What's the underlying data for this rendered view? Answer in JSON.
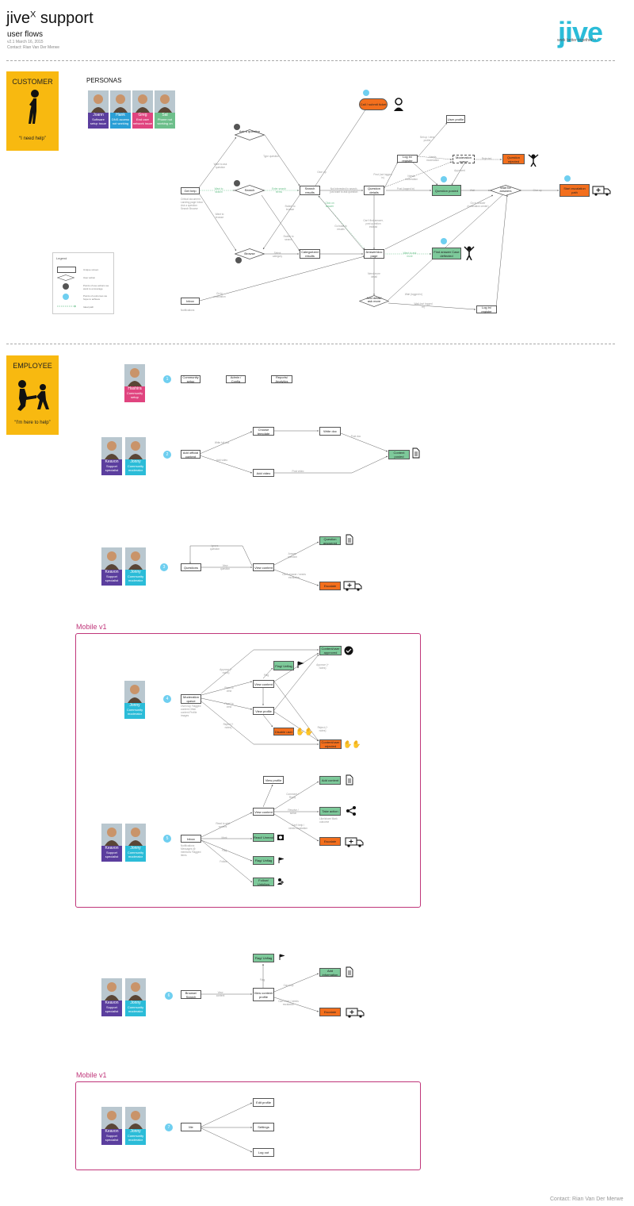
{
  "header": {
    "title_main": "jive",
    "title_sup": "X",
    "title_rest": " support",
    "subtitle": "user flows",
    "version": "v2.1 March 16, 2015",
    "contact": "Contact: Rian Van Der Merwe",
    "logo": "jive",
    "tagline": "work better together™"
  },
  "customer": {
    "role": "CUSTOMER",
    "quote": "“I need help”",
    "personas_title": "PERSONAS",
    "personas": [
      {
        "name": "Joann",
        "desc": "Software setup issue",
        "color": "#5b3e9e"
      },
      {
        "name": "Hank",
        "desc": "DNS access not working",
        "color": "#2b9fd6"
      },
      {
        "name": "Greg",
        "desc": "End user network issue",
        "color": "#e0447f"
      },
      {
        "name": "Sal",
        "desc": "Phone not working on",
        "color": "#6dbf8b"
      }
    ],
    "nodes": {
      "get_help": "Get help",
      "ask_question": "Ask a question",
      "search": "Search",
      "browse": "Browse",
      "search_results": "Search results",
      "categorized_results": "Categorized results",
      "question_details": "Question details",
      "answer_doc": "Answer/doc page",
      "log_in": "Log in/ register",
      "user_profile": "User profile",
      "moderation_queue": "Moderation queue",
      "question_rejected": "Question rejected",
      "question_posted": "Question posted",
      "wait_answers": "Wait for answers",
      "start_escalation": "Start escalation path",
      "call_submit": "Call / submit ticket",
      "find_answer": "Find answer Case deflected",
      "add_detail": "Add detail/ ask more",
      "inbox": "Inbox",
      "log_in2": "Log in/ register"
    },
    "edges": {
      "want_ask": "Want to ask question",
      "type_question": "Type question",
      "want_search": "Want to search",
      "enter_search": "Enter search terms",
      "want_browse": "Want to browse",
      "select_category": "Select category",
      "switch_browse": "Switch to browse",
      "switch_search": "Switch to search",
      "give_up": "Give Up",
      "not_interested": "Not interested in search, just want to ask question",
      "post_logged": "Post (not logged in)",
      "post_logged_in": "Post (logged in)",
      "set_up_profile": "Set up / view profile",
      "needs_moderation": "Needs moderation",
      "needs_moderation2": "Needs moderation",
      "approved": "Approved",
      "rejected": "Rejected",
      "wait": "Wait",
      "give_up2": "Give up",
      "cant_find": "Can't find answer, post question instead",
      "go_back": "Go back to results",
      "click_answer": "Click on answer",
      "want_more": "Want to ask more",
      "need_more": "Need more detail",
      "go_answer": "Go to answer (notification center)",
      "wait_logged_in": "Wait (logged in)",
      "wait2": "Wait (not logged in)",
      "go_notification": "Go to notification",
      "entry_points": "Critical document Landing page Inbox Ask a question Search Browse",
      "notifications": "Notifications"
    },
    "legend": {
      "title": "Legend",
      "items": [
        "Unique screen",
        "User action",
        "Points of use actions we want to encourage",
        "Points of outcomes we hope to achieve",
        "Ideal path"
      ]
    }
  },
  "employee": {
    "role": "EMPLOYEE",
    "quote": "“I'm here to help”",
    "flows": [
      {
        "num": "1",
        "personas": [
          {
            "name": "Hashira",
            "desc": "Community setup",
            "color": "#e0447f"
          }
        ],
        "nodes": [
          "Community setup",
          "Admin / Config",
          "Reports/ Analytics"
        ]
      },
      {
        "num": "2",
        "personas": [
          {
            "name": "Keavon",
            "desc": "Support specialist",
            "color": "#5b3e9e"
          },
          {
            "name": "Jonny",
            "desc": "Community moderator",
            "color": "#2bbcd8"
          }
        ],
        "nodes": {
          "add_official": "Add official content",
          "choose_template": "Choose template",
          "write_doc": "Write doc",
          "add_video": "Add video",
          "content_posted": "Content posted"
        },
        "edges": {
          "write_doc": "Write full doc",
          "add_video": "Add video",
          "post1": "Post doc",
          "post2": "Post video"
        }
      },
      {
        "num": "3",
        "personas": [
          {
            "name": "Keavon",
            "desc": "Support specialist",
            "color": "#5b3e9e"
          },
          {
            "name": "Jonny",
            "desc": "Community moderator",
            "color": "#2bbcd8"
          }
        ],
        "nodes": {
          "questions": "Questions",
          "view_content": "View content",
          "question_answered": "Question answered",
          "escalate": "Escalate"
        },
        "edges": {
          "ignore": "Ignore question",
          "view": "View question",
          "answer": "Answer question",
          "cant": "Can't answer / needs escalation"
        }
      }
    ]
  },
  "mobile1": {
    "label": "Mobile v1",
    "flow4": {
      "num": "4",
      "personas": [
        {
          "name": "Jonny",
          "desc": "Community moderator",
          "color": "#2bbcd8"
        }
      ],
      "nodes": {
        "moderation_queue": "Moderation queue",
        "view_content": "View content",
        "view_profile": "View profile",
        "flag": "Flag/ Unflag",
        "approved": "Content/user approved",
        "disable": "Disable user",
        "rejected": "Content/user rejected"
      },
      "edges": {
        "approve": "Approve (+ notes)",
        "read": "Read to view",
        "read2": "Read to view",
        "reject": "Reject (+ notes)",
        "flag": "Flag",
        "approve2": "Approve (+ notes)",
        "reject2": "Reject (+ notes)"
      },
      "note": "Oven top Flagged content Other content Profile images"
    },
    "flow5": {
      "num": "5",
      "personas": [
        {
          "name": "Keavon",
          "desc": "Support specialist",
          "color": "#5b3e9e"
        },
        {
          "name": "Jonny",
          "desc": "Community moderator",
          "color": "#2bbcd8"
        }
      ],
      "nodes": {
        "inbox": "Inbox",
        "view_profile": "View profile",
        "view_content": "View content",
        "add_content": "Add content",
        "take_action": "Take action",
        "escalate": "Escalate",
        "read": "Read/ Unread",
        "flag": "Flag/ Unflag",
        "follow": "Follow/ Unfollow"
      },
      "edges": {
        "read_comment": "Read to add content",
        "comment": "Comment / Reply",
        "resolve": "Resolve / action",
        "cant": "Can't help / needs escalation",
        "mark": "Mark",
        "flag": "Flag",
        "follow": "Follow"
      },
      "note": "Notifications Messages @ mentions Flagged items",
      "note2": "Like/share Mark outcome"
    }
  },
  "flow6": {
    "num": "6",
    "personas": [
      {
        "name": "Keavon",
        "desc": "Support specialist",
        "color": "#5b3e9e"
      },
      {
        "name": "Jonny",
        "desc": "Community moderator",
        "color": "#2bbcd8"
      }
    ],
    "nodes": {
      "browse": "Browse/ Search",
      "view": "View content/ profile",
      "flag": "Flag/ Unflag",
      "add_info": "Add information",
      "escalate": "Escalate"
    },
    "edges": {
      "view": "View content",
      "flag": "Flag",
      "can_help": "Can help",
      "cant": "Can't help / needs escalation"
    }
  },
  "mobile2": {
    "label": "Mobile v1",
    "flow7": {
      "num": "7",
      "personas": [
        {
          "name": "Keavon",
          "desc": "Support specialist",
          "color": "#5b3e9e"
        },
        {
          "name": "Jonny",
          "desc": "Community moderator",
          "color": "#2bbcd8"
        }
      ],
      "nodes": {
        "me": "Me",
        "edit_profile": "Edit profile",
        "settings": "Settings",
        "log_out": "Log out"
      }
    }
  },
  "footer": "Contact: Rian Van Der Merwe",
  "colors": {
    "green": "#7dc99a",
    "orange": "#f36f1d",
    "yellow": "#f8b910",
    "cyan": "#2bbcd8",
    "magenta": "#c0367a"
  }
}
